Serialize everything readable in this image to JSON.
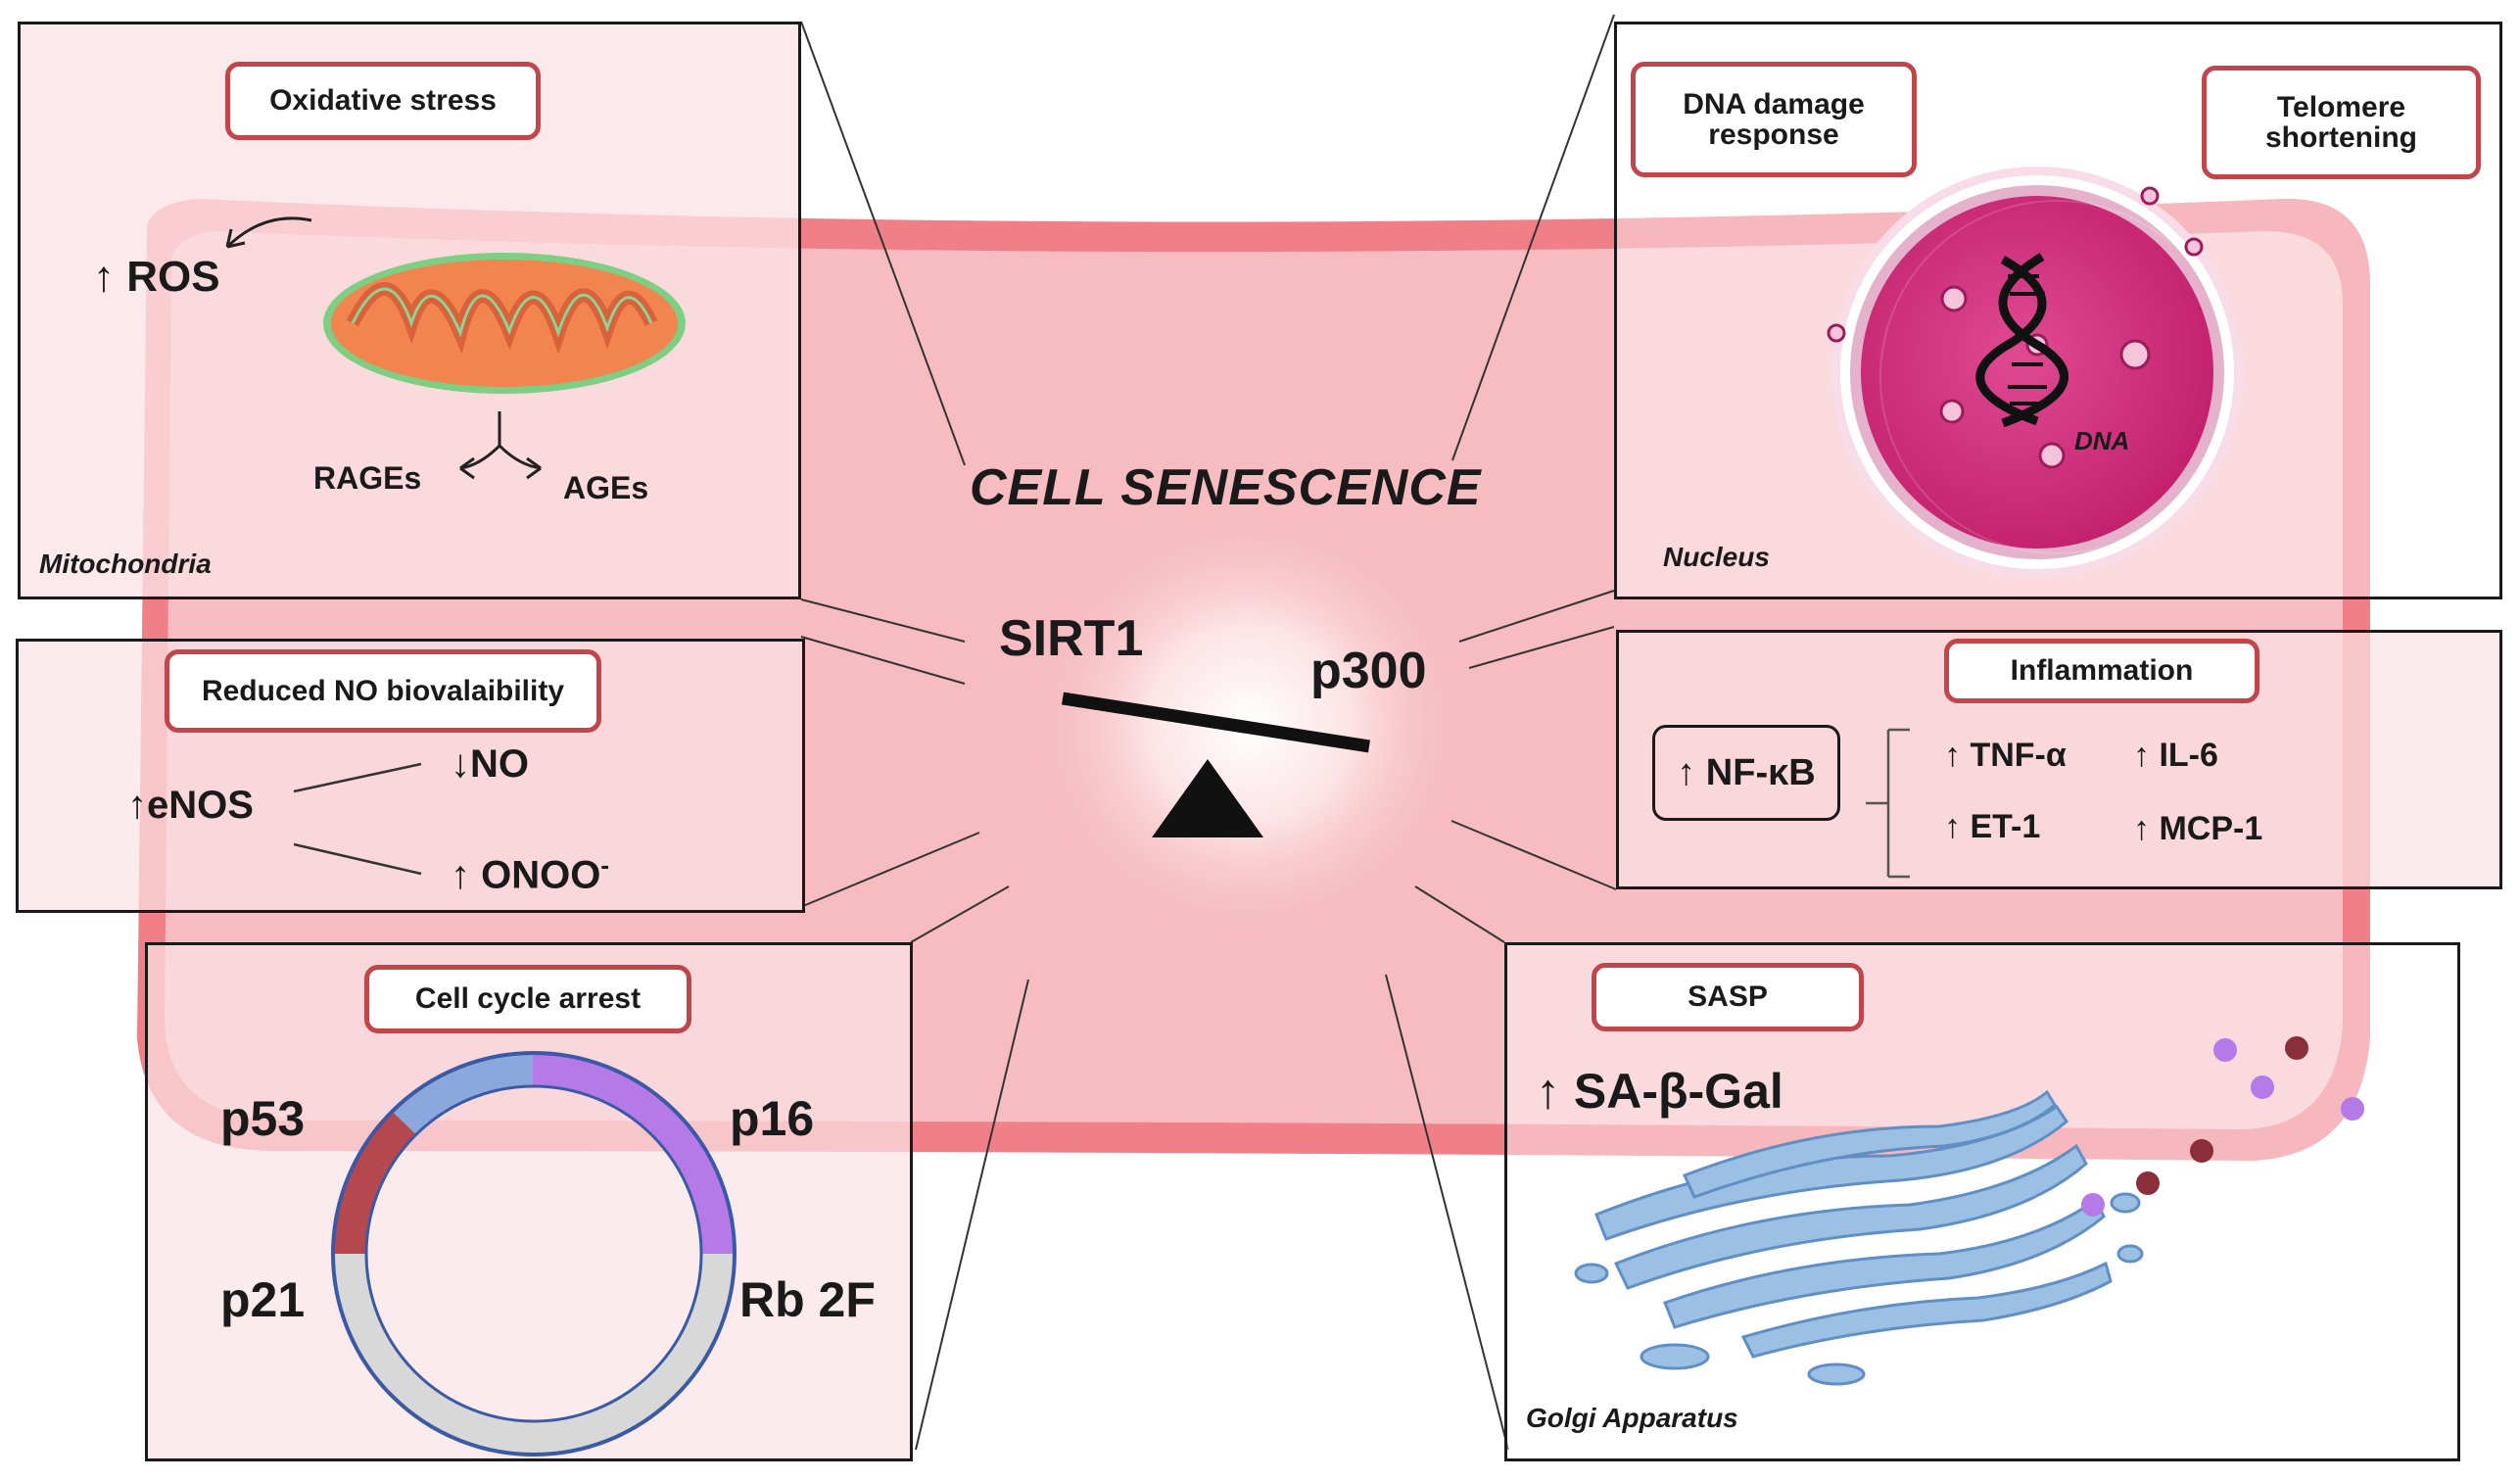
{
  "title": "CELL SENESCENCE",
  "balance": {
    "left": "SIRT1",
    "right": "p300"
  },
  "mitochondria": {
    "caption": "Mitochondria",
    "tag": "Oxidative stress",
    "ros": "ROS",
    "rages": "RAGEs",
    "ages": "AGEs"
  },
  "nucleus": {
    "caption": "Nucleus",
    "tag_dna_damage": "DNA damage response",
    "tag_telomere": "Telomere shortening",
    "dna": "DNA"
  },
  "no_panel": {
    "tag": "Reduced NO biovalaibility",
    "enos": "eNOS",
    "no": "NO",
    "onoo": "ONOO",
    "onoo_sup": "-"
  },
  "inflammation": {
    "tag": "Inflammation",
    "nfkb": "NF-κB",
    "tnf": "TNF-α",
    "il6": "IL-6",
    "et1": "ET-1",
    "mcp1": "MCP-1"
  },
  "cell_cycle": {
    "tag": "Cell cycle arrest",
    "p53": "p53",
    "p16": "p16",
    "p21": "p21",
    "rb": "Rb 2F"
  },
  "sasp": {
    "tag": "SASP",
    "sa_gal": "SA-β-Gal",
    "caption": "Golgi Apparatus"
  },
  "colors": {
    "cell_outer": "#f07f88",
    "cell_inner": "#f6bcc0",
    "tag_border": "#c0464b",
    "nucleus": "#d4307e",
    "mito_fill": "#f2844f",
    "golgi": "#8fb3d9",
    "cycle_blue": "#8aa8dc",
    "cycle_purple": "#b67ae8",
    "cycle_red": "#b5474e",
    "cycle_grey": "#d8d8d8"
  }
}
